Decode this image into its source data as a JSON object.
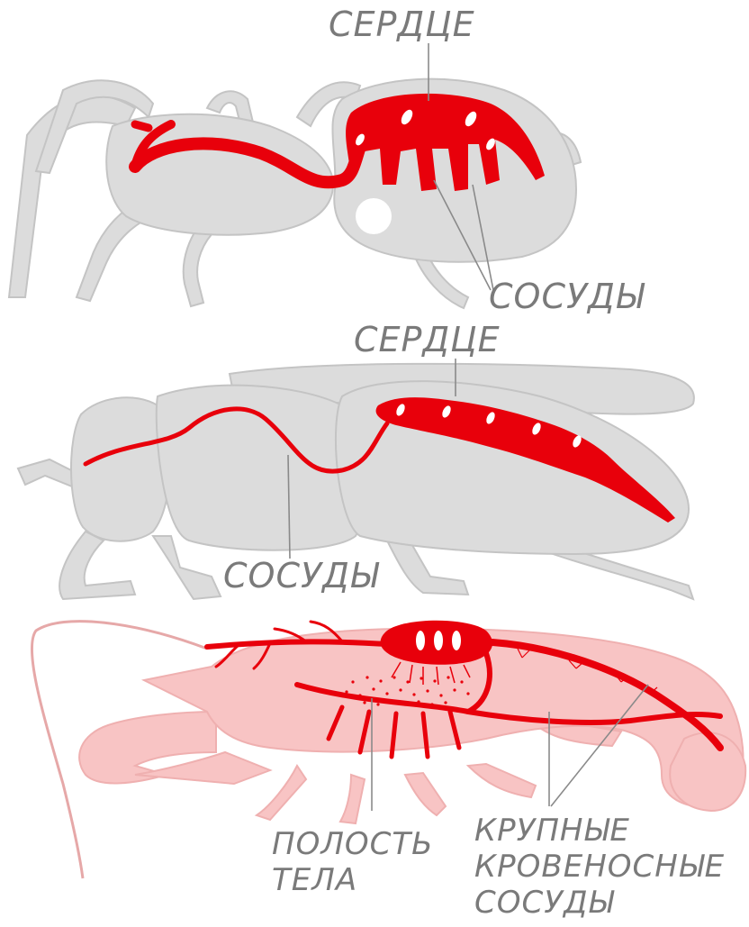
{
  "diagrams": [
    {
      "id": "spider",
      "labels": {
        "heart": "СЕРДЦЕ",
        "vessels": "СОСУДЫ"
      }
    },
    {
      "id": "insect",
      "labels": {
        "heart": "СЕРДЦЕ",
        "vessels": "СОСУДЫ"
      }
    },
    {
      "id": "crayfish",
      "labels": {
        "cavity_line1": "ПОЛОСТЬ",
        "cavity_line2": "ТЕЛА",
        "large_vessels_line1": "КРУПНЫЕ",
        "large_vessels_line2": "КРОВЕНОСНЫЕ",
        "large_vessels_line3": "СОСУДЫ"
      }
    }
  ],
  "colors": {
    "blood": "#e8000b",
    "body_grey": "#dcdcdc",
    "body_pink": "#f8c4c4",
    "label": "#7a7a7a"
  }
}
